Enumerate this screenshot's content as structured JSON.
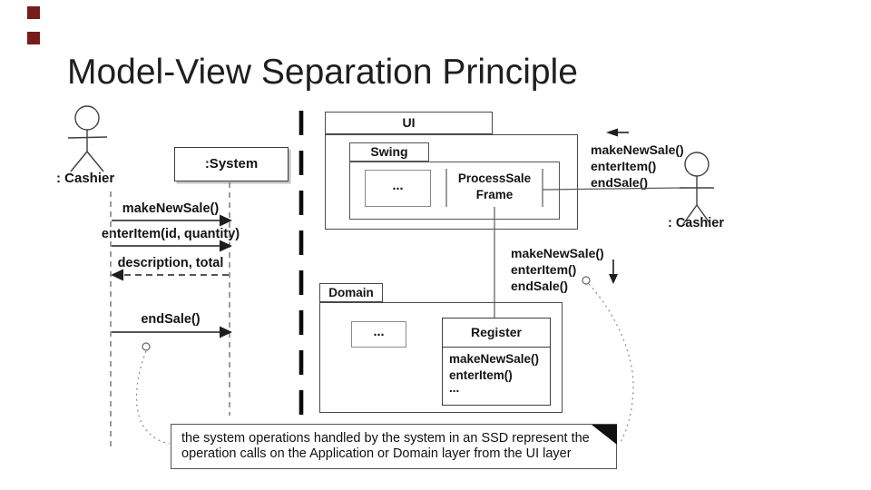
{
  "slide": {
    "title": "Model-View Separation Principle",
    "accent_color": "#7a1b1b"
  },
  "sequence_diagram": {
    "actor_label": ": Cashier",
    "system_label": ":System",
    "messages": [
      {
        "label": "makeNewSale()"
      },
      {
        "label": "enterItem(id, quantity)"
      },
      {
        "label": "description, total"
      },
      {
        "label": "endSale()"
      }
    ]
  },
  "ui_package": {
    "label": "UI",
    "swing_label": "Swing",
    "dots": "...",
    "frame_line1": "ProcessSale",
    "frame_line2": "Frame"
  },
  "right_actor": {
    "label": ": Cashier",
    "calls": [
      "makeNewSale()",
      "enterItem()",
      "endSale()"
    ]
  },
  "layer_calls": [
    "makeNewSale()",
    "enterItem()",
    "endSale()"
  ],
  "domain_package": {
    "label": "Domain",
    "dots": "...",
    "register": {
      "title": "Register",
      "methods": [
        "makeNewSale()",
        "enterItem()",
        "..."
      ]
    }
  },
  "note": {
    "line1": "the system operations handled by the system in an SSD represent the",
    "line2": "operation calls on the Application or Domain layer from the UI layer"
  }
}
